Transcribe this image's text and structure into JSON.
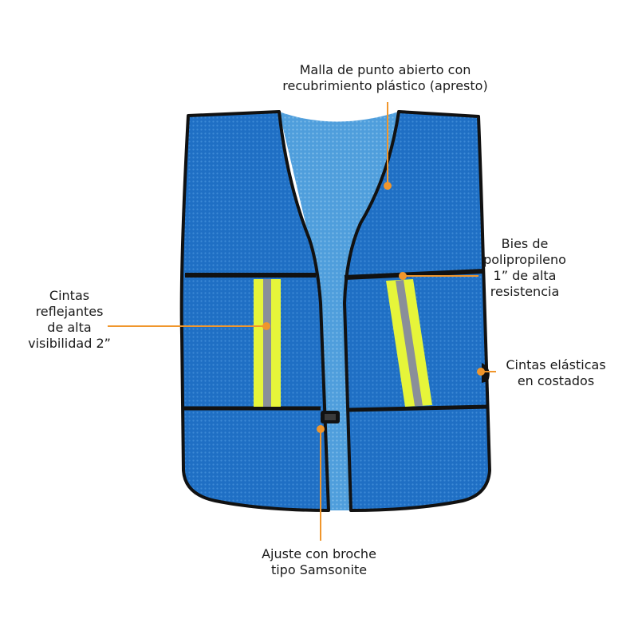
{
  "callouts": {
    "mesh": [
      "Malla de punto abierto con",
      "recubrimiento plástico (apresto)"
    ],
    "binding": [
      "Bies de",
      "polipropileno",
      "1” de alta",
      "resistencia"
    ],
    "reflective": [
      "Cintas",
      "reflejantes",
      "de alta",
      "visibilidad 2”"
    ],
    "elastic": [
      "Cintas elásticas",
      "en costados"
    ],
    "buckle": [
      "Ajuste con broche",
      "tipo Samsonite"
    ]
  },
  "colors": {
    "vest_blue": "#1f6fc4",
    "mesh_light": "#5aa8e0",
    "binding": "#111111",
    "reflective_yellow": "#e6f53a",
    "reflective_gray": "#8a8f99",
    "callout_orange": "#f0962c"
  }
}
